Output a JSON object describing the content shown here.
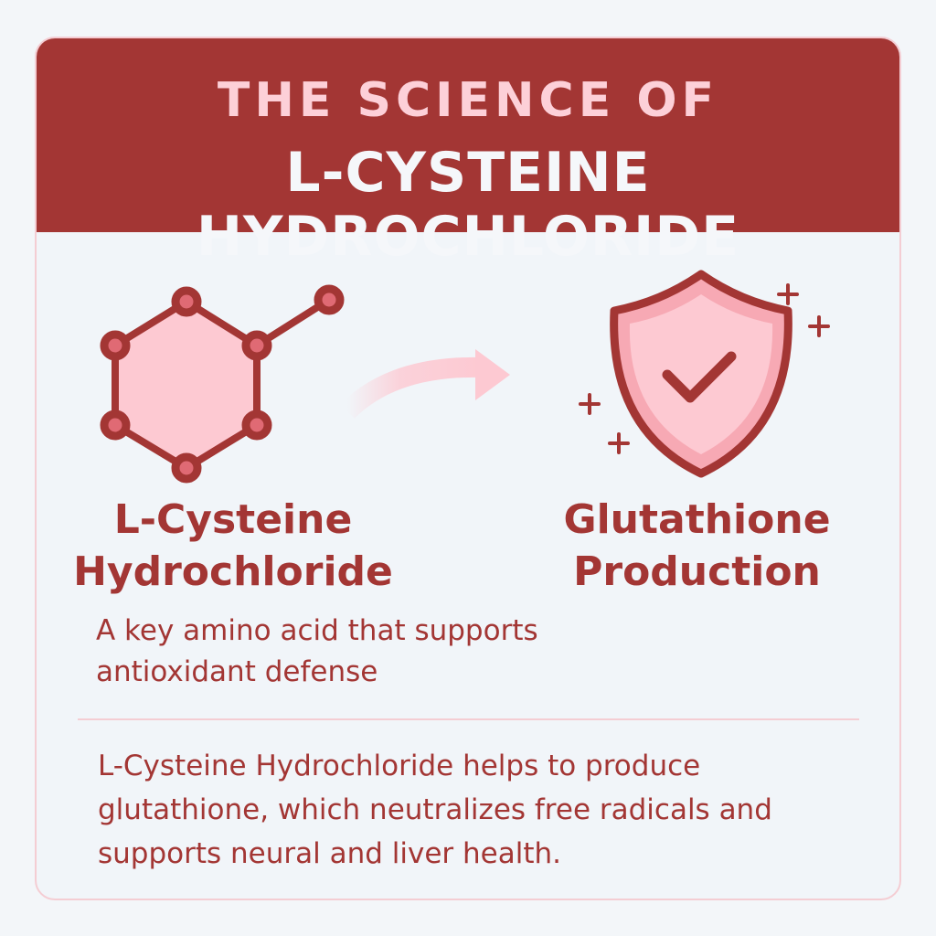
{
  "header": {
    "line1": "THE SCIENCE OF",
    "line2": "L-CYSTEINE HYDROCHLORIDE"
  },
  "left": {
    "title_line1": "L-Cysteine",
    "title_line2": "Hydrochloride",
    "description": "A key amino acid that supports antioxidant defense",
    "icon": "molecule-hexagon-icon"
  },
  "right": {
    "title_line1": "Glutathione",
    "title_line2": "Production",
    "icon": "shield-check-icon"
  },
  "footer": {
    "text": "L-Cysteine Hydrochloride helps to produce glutathione, which neutralizes free radicals and supports neural and liver health."
  },
  "colors": {
    "primary": "#a33634",
    "pink_fill": "#fdc9d2",
    "node_fill": "#e06a74",
    "background": "#f1f5f9"
  }
}
